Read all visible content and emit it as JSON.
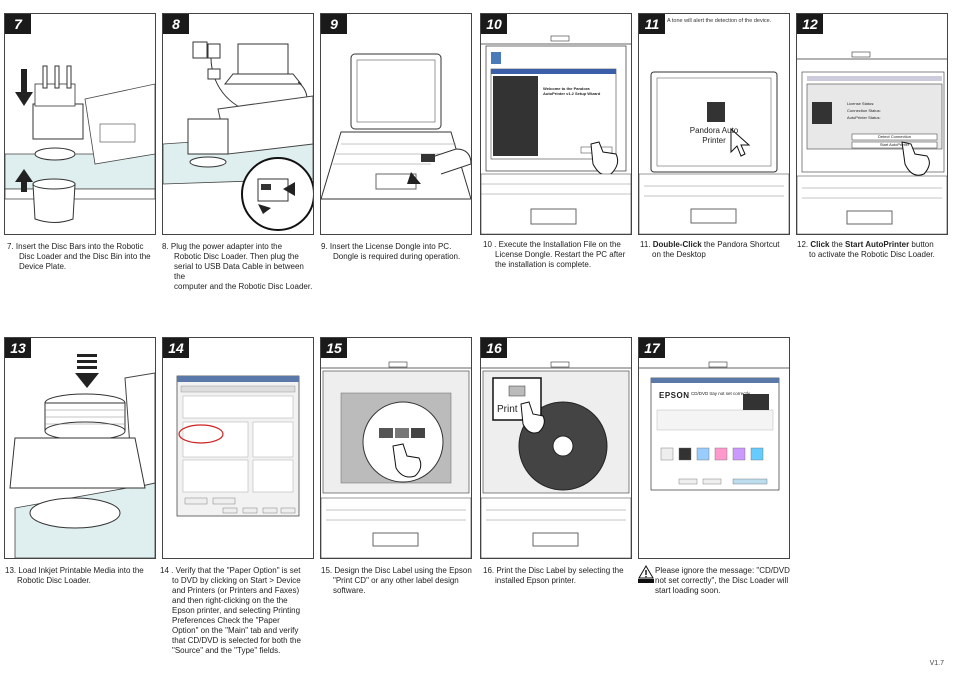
{
  "steps": [
    {
      "num": "7",
      "lines": [
        "7. Insert the Disc Bars into the Robotic",
        "Disc Loader and the Disc Bin into the",
        "Device Plate."
      ]
    },
    {
      "num": "8",
      "lines": [
        "8. Plug the power adapter into the",
        "Robotic Disc Loader. Then plug the",
        "serial to USB Data Cable in between the",
        "computer and the Robotic Disc Loader."
      ]
    },
    {
      "num": "9",
      "lines": [
        "9. Insert the License Dongle into PC.",
        "Dongle is required during operation."
      ]
    },
    {
      "num": "10",
      "lines": [
        "10 . Execute the Installation File on the",
        "License Dongle. Restart the PC after",
        "the installation is complete."
      ]
    },
    {
      "num": "11",
      "top_note": "A tone will alert the detection of the device.",
      "pre": "11. ",
      "bold1": "Double-Click",
      "post": " the Pandora Shortcut",
      "line2": "on the Desktop",
      "icon_label1": "Pandora Auto",
      "icon_label2": "Printer"
    },
    {
      "num": "12",
      "pre": "12. ",
      "bold1": "Click",
      "mid": " the ",
      "bold2": "Start AutoPrinter",
      "post": " button",
      "line2": "to activate the Robotic Disc Loader."
    },
    {
      "num": "13",
      "lines": [
        "13. Load Inkjet Printable Media into the",
        "Robotic Disc Loader."
      ]
    },
    {
      "num": "14",
      "lines": [
        "14 . Verify that the \"Paper Option\" is set",
        "to DVD by clicking on Start > Device",
        "and Printers (or Printers and Faxes)",
        "and then right-clicking on the the",
        "Epson printer, and selecting Printing",
        "Preferences Check the \"Paper",
        "Option\"  on the \"Main\" tab and verify",
        "that CD/DVD is selected for both the",
        "\"Source\" and the \"Type\" fields."
      ]
    },
    {
      "num": "15",
      "lines": [
        "15. Design the Disc Label using the Epson",
        "\"Print CD\" or any other label design",
        "software."
      ]
    },
    {
      "num": "16",
      "lines": [
        "16. Print the Disc Label by selecting the",
        "installed Epson printer."
      ],
      "print_label": "Print"
    },
    {
      "num": "17",
      "lines": [
        "Please ignore the message: \"CD/DVD",
        "not set correctly\", the Disc Loader will",
        "start loading soon."
      ],
      "screen_brand": "EPSON",
      "screen_msg": "CD/DVD tray not set correctly"
    }
  ],
  "screens": {
    "s10_title": "Welcome to the Pandora AutoPrinter v1.2 Setup Wizard",
    "s12_rows": [
      "License Status:",
      "Connection Status:",
      "AutoPrinter Status:"
    ],
    "s12_btn1": "Detect Connection",
    "s12_btn2": "Start AutoPrinter"
  },
  "version": "V1.7"
}
